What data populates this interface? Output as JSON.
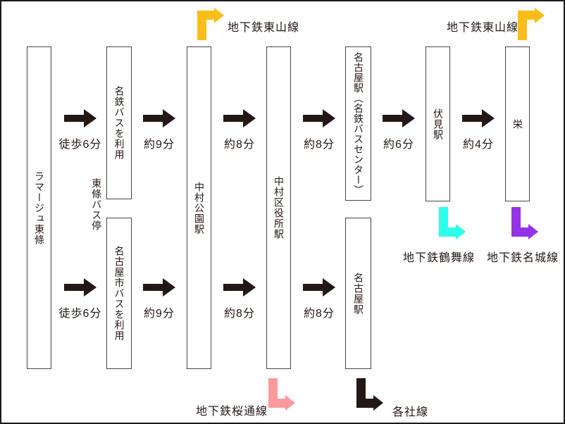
{
  "stations": {
    "ramaju": "ラマージュ東條",
    "meitetsu_bus": "名鉄バスを利用",
    "city_bus": "名古屋市バスを利用",
    "tojo_stop": "東條バス停",
    "nakamura_koen": "中村公園駅",
    "nakamura_kuyakusho": "中村区役所駅",
    "nagoya_meitetsu": "名古屋駅（名鉄バスセンター）",
    "nagoya": "名古屋駅",
    "fushimi": "伏見駅",
    "sakae": "栄"
  },
  "times_top": [
    "徒歩6分",
    "約9分",
    "約8分",
    "約8分",
    "約6分",
    "約4分"
  ],
  "times_bottom": [
    "徒歩6分",
    "約9分",
    "約8分",
    "約8分"
  ],
  "lines": {
    "higashiyama_left": "地下鉄東山線",
    "higashiyama_right": "地下鉄東山線",
    "tsurumai": "地下鉄鶴舞線",
    "meijo": "地下鉄名城線",
    "sakuradori": "地下鉄桜通線",
    "other_lines": "各社線"
  },
  "colors": {
    "higashiyama": "#FABD1A",
    "tsurumai": "#2DFFE9",
    "meijo": "#9632E5",
    "sakuradori": "#FA9B9B",
    "arrow_black": "#231815"
  }
}
